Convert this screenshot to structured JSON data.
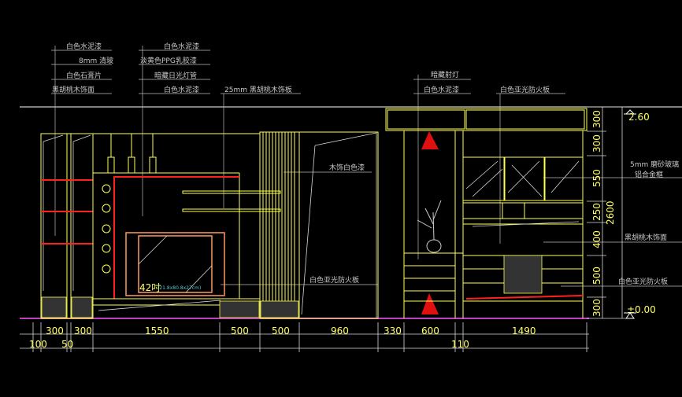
{
  "drawing": {
    "labels_left": [
      "白色水泥漆",
      "8mm 清玻",
      "白色石膏片",
      "黑胡桃木饰面"
    ],
    "labels_mid": [
      "白色水泥漆",
      "淡黄色PPG乳胶漆",
      "暗藏日光灯管",
      "白色水泥漆"
    ],
    "label_walnut_board": "25mm 黑胡桃木饰板",
    "label_spotlight": "暗藏射灯",
    "label_white_cement": "白色水泥漆",
    "label_matte_board_top": "白色亚光防火板",
    "label_wood_white": "木饰白色漆",
    "label_matte_board_mid": "白色亚光防火板",
    "label_glass": "5mm 磨砂玻璃",
    "label_frame": "铝合金框",
    "label_walnut_face": "黑胡桃木饰面",
    "label_matte_board_right": "白色亚光防火板",
    "tv_size": "42吋",
    "tv_dims": "(21.8x80.8x27cm)",
    "elevation_top": "2.60",
    "elevation_floor": "±0.00",
    "horizontal_dims": [
      "300",
      "300",
      "1550",
      "500",
      "500",
      "960",
      "330",
      "600",
      "1490"
    ],
    "horizontal_dims_row2": [
      "100",
      "50",
      "110"
    ],
    "vertical_dims": [
      "300",
      "300",
      "550",
      "250",
      "400",
      "500",
      "300"
    ],
    "total_height": "2600"
  }
}
